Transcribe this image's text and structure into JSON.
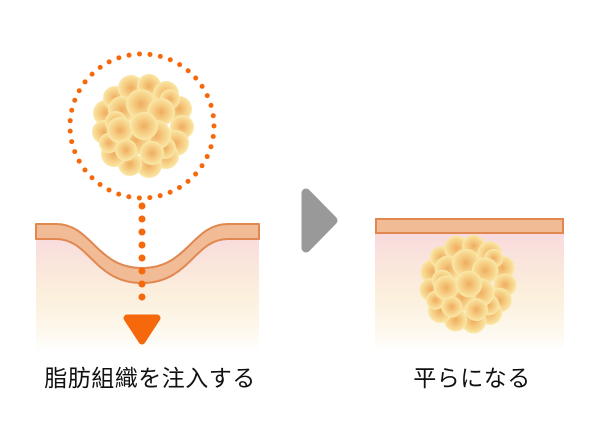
{
  "captions": {
    "before": "脂肪組織を注入する",
    "after": "平らになる"
  },
  "colors": {
    "accent-orange": "#F5690C",
    "skin-fill": "#F1BB96",
    "skin-stroke": "#E08850",
    "fat-cell-center": "#EFAD5F",
    "fat-cell-edge": "#FAE8AC",
    "dermis-pink": "#F8D7DE",
    "dermis-cream": "#FCEFDC",
    "next-arrow-gray": "#999999",
    "caption-text": "#111111",
    "background": "#FFFFFF"
  },
  "icons": {
    "dotted_circle_highlight": "dotted-circle outline of injected fat tissue",
    "injection_arrow": "dotted vertical line with solid triangle arrowhead pointing down",
    "next_step_arrow": "solid gray triangle pointing right"
  }
}
